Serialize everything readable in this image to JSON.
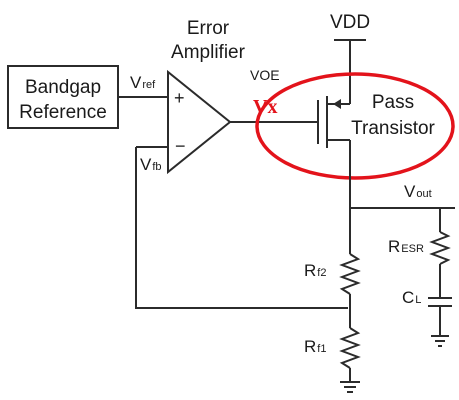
{
  "bandgap": {
    "line1": "Bandgap",
    "line2": "Reference"
  },
  "vref": {
    "main": "V",
    "sub": "ref"
  },
  "vfb": {
    "main": "V",
    "sub": "fb"
  },
  "error_amp": {
    "line1": "Error",
    "line2": "Amplifier"
  },
  "amp_plus": "+",
  "amp_minus": "−",
  "voe": "VOE",
  "vx": "Vx",
  "vdd": "VDD",
  "pass_transistor": {
    "line1": "Pass",
    "line2": "Transistor"
  },
  "vout": {
    "main": "V",
    "sub": "out"
  },
  "resr": {
    "main": "R",
    "sub": "ESR"
  },
  "cl": {
    "main": "C",
    "sub": "L"
  },
  "rf2": {
    "main": "R",
    "sub": "f2"
  },
  "rf1": {
    "main": "R",
    "sub": "f1"
  },
  "colors": {
    "highlight": "#e3131b",
    "wire": "#2b2b2b"
  }
}
